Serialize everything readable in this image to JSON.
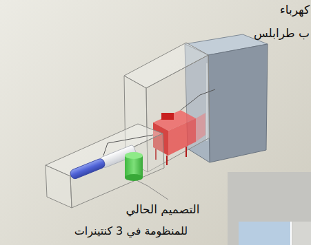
{
  "diagram": {
    "labels": [
      "كهرباء",
      "ب طرابلس",
      "التصميم الحالي",
      "للمنظومة في 3 كنتينرات"
    ]
  }
}
